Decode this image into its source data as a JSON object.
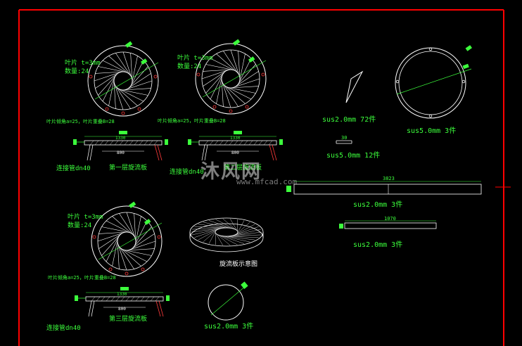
{
  "colors": {
    "frame": "#ff0000",
    "line": "#ffffff",
    "dim": "#3cff3c",
    "accent": "#ff3b3b",
    "bg": "#000000"
  },
  "watermark": {
    "logo": "沐风网",
    "url": "www.mfcad.com"
  },
  "groups": {
    "g1": {
      "blade_t": "叶片 t=3mm",
      "blade_n": "数量:24",
      "blade_angle": "叶片倾角a=25，叶片重叠B=28",
      "pipe": "连接管dn40",
      "title": "第一层旋流板",
      "width": "1330",
      "inner": "800",
      "dia": "1330"
    },
    "g2": {
      "blade_t": "叶片 t=3mm",
      "blade_n": "数量:24",
      "blade_angle": "叶片倾角a=25，叶片重叠B=28",
      "pipe": "连接管dn40",
      "title": "第二层旋流板",
      "width": "1330",
      "inner": "800",
      "dia": "1330"
    },
    "g3": {
      "blade_t": "叶片 t=3mm",
      "blade_n": "数量:24",
      "blade_angle": "叶片倾角a=25，叶片重叠B=28",
      "pipe": "连接管dn40",
      "title": "第三层旋流板",
      "width": "1330",
      "inner": "800",
      "dia": "1330"
    }
  },
  "iso_caption": "旋流板示意图",
  "parts": {
    "blade": "sus2.0mm  72件",
    "ring_large": "sus5.0mm  3件",
    "tab_dim": "30",
    "tab": "sus5.0mm  12件",
    "long_bar_len": "3823",
    "long_bar": "sus2.0mm  3件",
    "short_bar_len": "1070",
    "short_bar": "sus2.0mm  3件",
    "disc": "sus2.0mm  3件"
  }
}
